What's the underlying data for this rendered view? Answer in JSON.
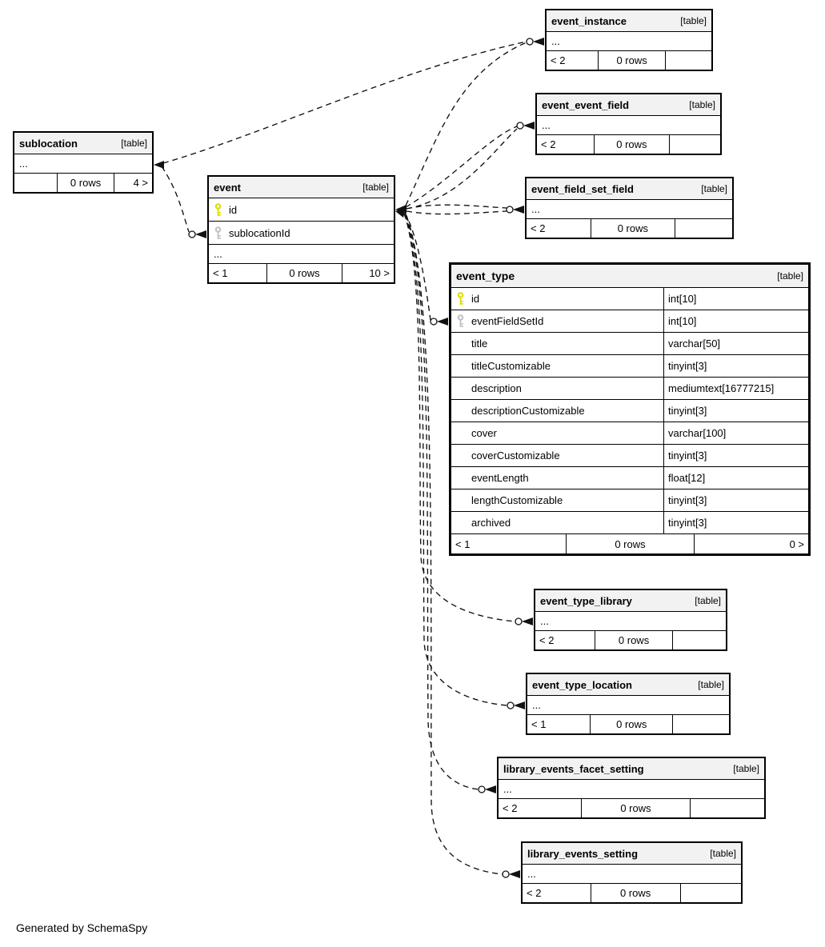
{
  "app": {
    "generator_note": "Generated by SchemaSpy"
  },
  "colors": {
    "table_border": "#000000",
    "header_bg": "#f2f2f2",
    "body_bg": "#ffffff",
    "primary_key": "#dede00",
    "foreign_key": "#c3c3c3",
    "edge": "#111111"
  },
  "tables": [
    {
      "name": "sublocation",
      "tag": "[table]",
      "ellipsis": "...",
      "footer": {
        "left": "",
        "center": "0 rows",
        "right": "4 >"
      }
    },
    {
      "name": "event",
      "tag": "[table]",
      "ellipsis": "...",
      "columns": [
        {
          "name": "id",
          "key": "primary"
        },
        {
          "name": "sublocationId",
          "key": "foreign"
        }
      ],
      "footer": {
        "left": "< 1",
        "center": "0 rows",
        "right": "10 >"
      }
    },
    {
      "name": "event_instance",
      "tag": "[table]",
      "ellipsis": "...",
      "footer": {
        "left": "< 2",
        "center": "0 rows",
        "right": ""
      }
    },
    {
      "name": "event_event_field",
      "tag": "[table]",
      "ellipsis": "...",
      "footer": {
        "left": "< 2",
        "center": "0 rows",
        "right": ""
      }
    },
    {
      "name": "event_field_set_field",
      "tag": "[table]",
      "ellipsis": "...",
      "footer": {
        "left": "< 2",
        "center": "0 rows",
        "right": ""
      }
    },
    {
      "name": "event_type",
      "tag": "[table]",
      "columns": [
        {
          "name": "id",
          "type": "int[10]",
          "key": "primary"
        },
        {
          "name": "eventFieldSetId",
          "type": "int[10]",
          "key": "foreign"
        },
        {
          "name": "title",
          "type": "varchar[50]"
        },
        {
          "name": "titleCustomizable",
          "type": "tinyint[3]"
        },
        {
          "name": "description",
          "type": "mediumtext[16777215]"
        },
        {
          "name": "descriptionCustomizable",
          "type": "tinyint[3]"
        },
        {
          "name": "cover",
          "type": "varchar[100]"
        },
        {
          "name": "coverCustomizable",
          "type": "tinyint[3]"
        },
        {
          "name": "eventLength",
          "type": "float[12]"
        },
        {
          "name": "lengthCustomizable",
          "type": "tinyint[3]"
        },
        {
          "name": "archived",
          "type": "tinyint[3]"
        }
      ],
      "footer": {
        "left": "< 1",
        "center": "0 rows",
        "right": "0 >"
      }
    },
    {
      "name": "event_type_library",
      "tag": "[table]",
      "ellipsis": "...",
      "footer": {
        "left": "< 2",
        "center": "0 rows",
        "right": ""
      }
    },
    {
      "name": "event_type_location",
      "tag": "[table]",
      "ellipsis": "...",
      "footer": {
        "left": "< 1",
        "center": "0 rows",
        "right": ""
      }
    },
    {
      "name": "library_events_facet_setting",
      "tag": "[table]",
      "ellipsis": "...",
      "footer": {
        "left": "< 2",
        "center": "0 rows",
        "right": ""
      }
    },
    {
      "name": "library_events_setting",
      "tag": "[table]",
      "ellipsis": "...",
      "footer": {
        "left": "< 2",
        "center": "0 rows",
        "right": ""
      }
    }
  ],
  "relationships": [
    {
      "from": "sublocation",
      "to": "event_instance",
      "style": "dashed-implied"
    },
    {
      "from": "sublocation",
      "to": "event.sublocationId",
      "style": "dashed-implied"
    },
    {
      "from": "event.id",
      "to": "event_instance",
      "style": "dashed-implied"
    },
    {
      "from": "event.id",
      "to": "event_event_field",
      "style": "dashed-implied",
      "lines": 2
    },
    {
      "from": "event.id",
      "to": "event_field_set_field",
      "style": "dashed-implied",
      "lines": 2
    },
    {
      "from": "event.id",
      "to": "event_type.eventFieldSetId",
      "style": "dashed-implied"
    },
    {
      "from": "event.id",
      "to": "event_type_library",
      "style": "dashed-implied"
    },
    {
      "from": "event.id",
      "to": "event_type_location",
      "style": "dashed-implied"
    },
    {
      "from": "event.id",
      "to": "library_events_facet_setting",
      "style": "dashed-implied"
    },
    {
      "from": "event.id",
      "to": "library_events_setting",
      "style": "dashed-implied"
    }
  ]
}
